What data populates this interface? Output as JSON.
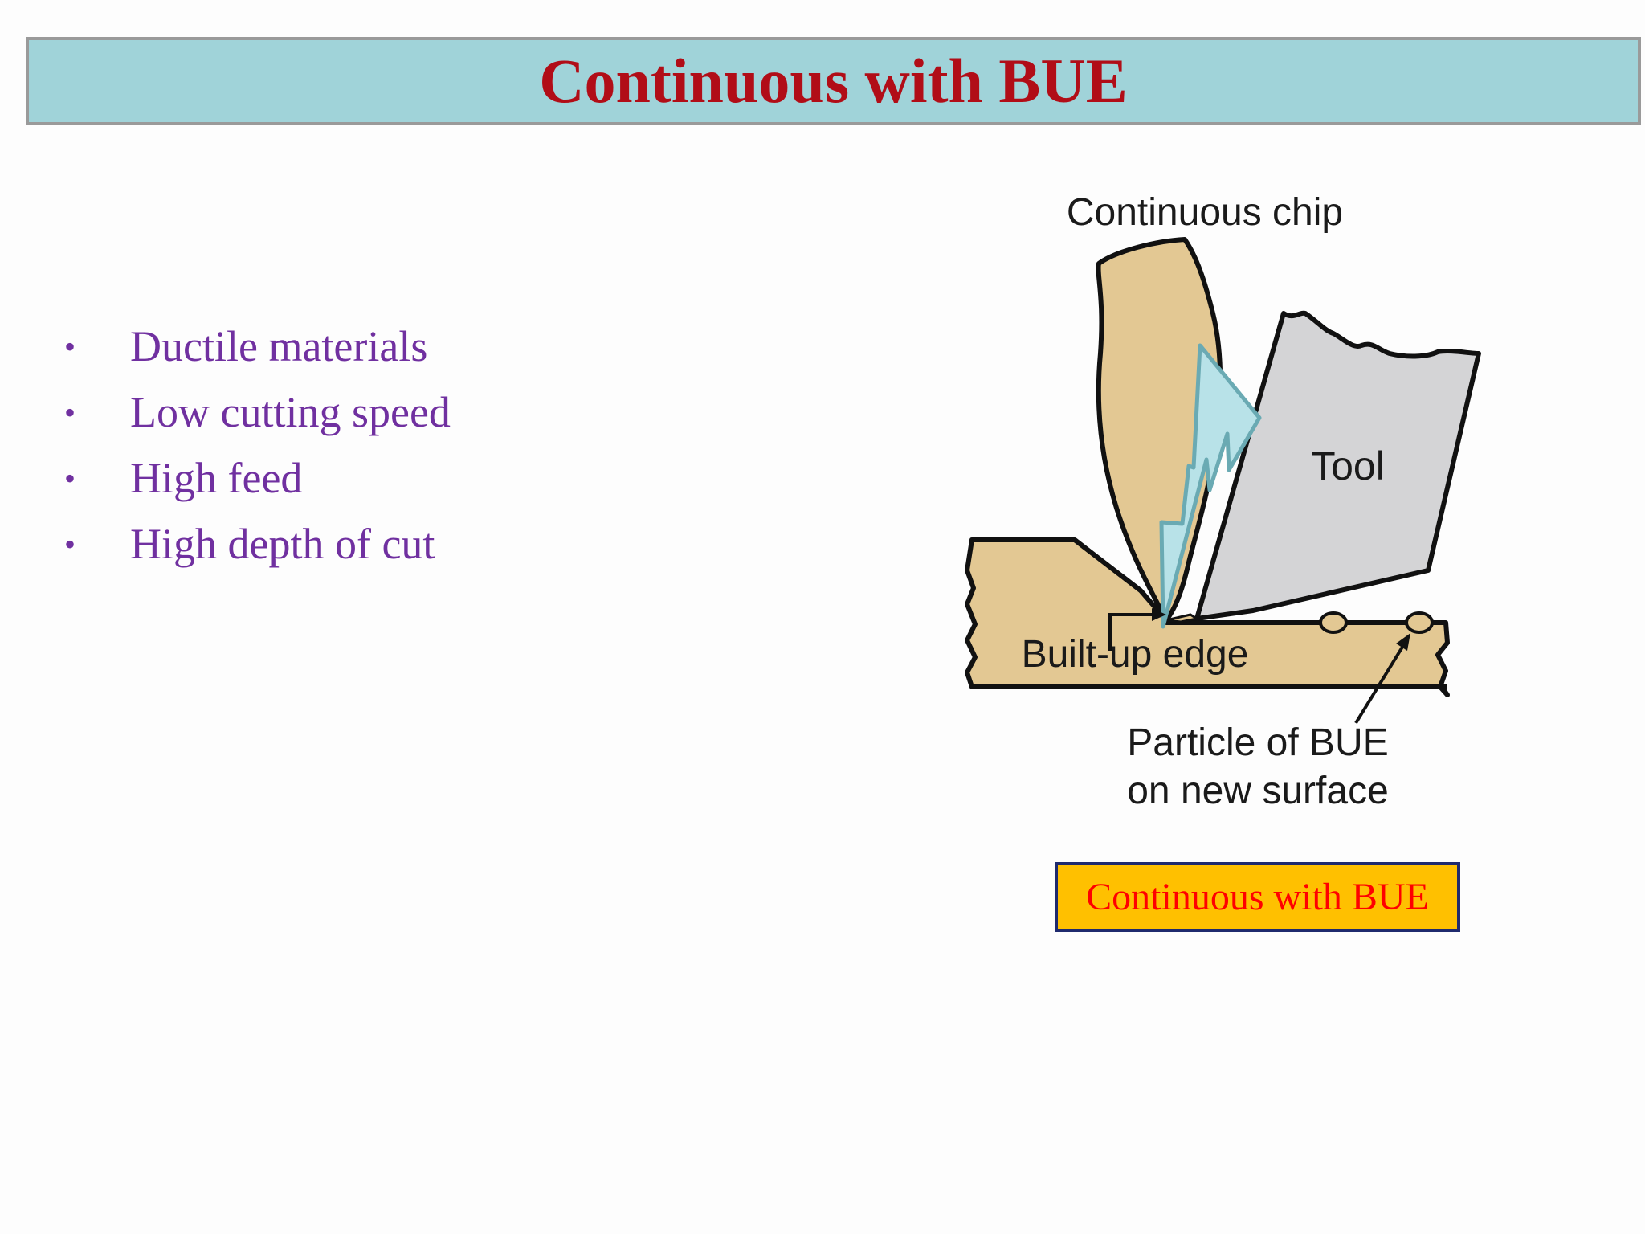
{
  "slide": {
    "title": "Continuous with BUE",
    "bullets": [
      "Ductile materials",
      "Low cutting speed",
      "High feed",
      "High depth of cut"
    ],
    "bullet_symbol": "•"
  },
  "diagram": {
    "labels": {
      "chip": "Continuous chip",
      "tool": "Tool",
      "bue": "Built-up edge",
      "particle_line1": "Particle of BUE",
      "particle_line2": "on new surface"
    },
    "colors": {
      "workpiece": "#e3c893",
      "tool": "#d4d4d6",
      "lightning": "#b8e2e8",
      "lightning_stroke": "#6aaab3",
      "outline": "#111111"
    }
  },
  "caption": {
    "text": "Continuous with BUE",
    "background": "#ffc000",
    "text_color": "#ff0000",
    "border": "#1f2a6e"
  },
  "colors": {
    "title_bar": "#a0d3d9",
    "title_text": "#b10d17",
    "bullet_text": "#7030a0"
  }
}
